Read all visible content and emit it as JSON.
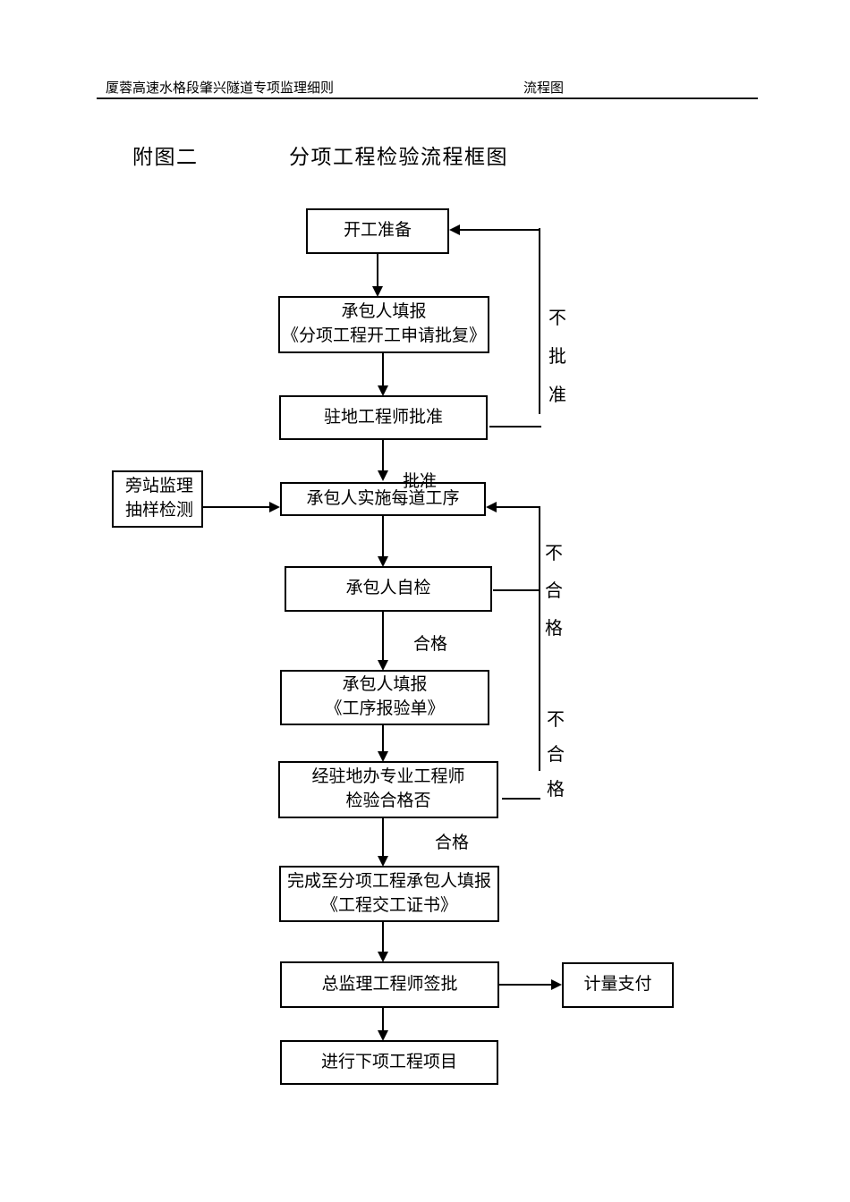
{
  "colors": {
    "ink": "#000000",
    "background": "#ffffff"
  },
  "header": {
    "left": "厦蓉高速水格段肇兴隧道专项监理细则",
    "right": "流程图"
  },
  "title": {
    "label": "附图二",
    "text": "分项工程检验流程框图"
  },
  "flowchart": {
    "nodes": {
      "prep": {
        "line1": "开工准备"
      },
      "fill_apply": {
        "line1": "承包人填报",
        "line2": "《分项工程开工申请批复》"
      },
      "resident_approve": {
        "line1": "驻地工程师批准"
      },
      "implement": {
        "line1": "承包人实施每道工序"
      },
      "self_check": {
        "line1": "承包人自检"
      },
      "fill_inspect": {
        "line1": "承包人填报",
        "line2": "《工序报验单》"
      },
      "engineer_check": {
        "line1": "经驻地办专业工程师",
        "line2": "检验合格否"
      },
      "complete": {
        "line1": "完成至分项工程承包人填报",
        "line2": "《工程交工证书》"
      },
      "chief_sign": {
        "line1": "总监理工程师签批"
      },
      "next_project": {
        "line1": "进行下项工程项目"
      },
      "side_inspection": {
        "line1": "旁站监理",
        "line2": "抽样检测"
      },
      "payment": {
        "line1": "计量支付"
      }
    },
    "edge_labels": {
      "not_approved": "不批准",
      "approved": "批准",
      "qualified1": "合格",
      "not_qualified1": "不合格",
      "qualified2": "合格",
      "not_qualified2": "不合格"
    }
  }
}
